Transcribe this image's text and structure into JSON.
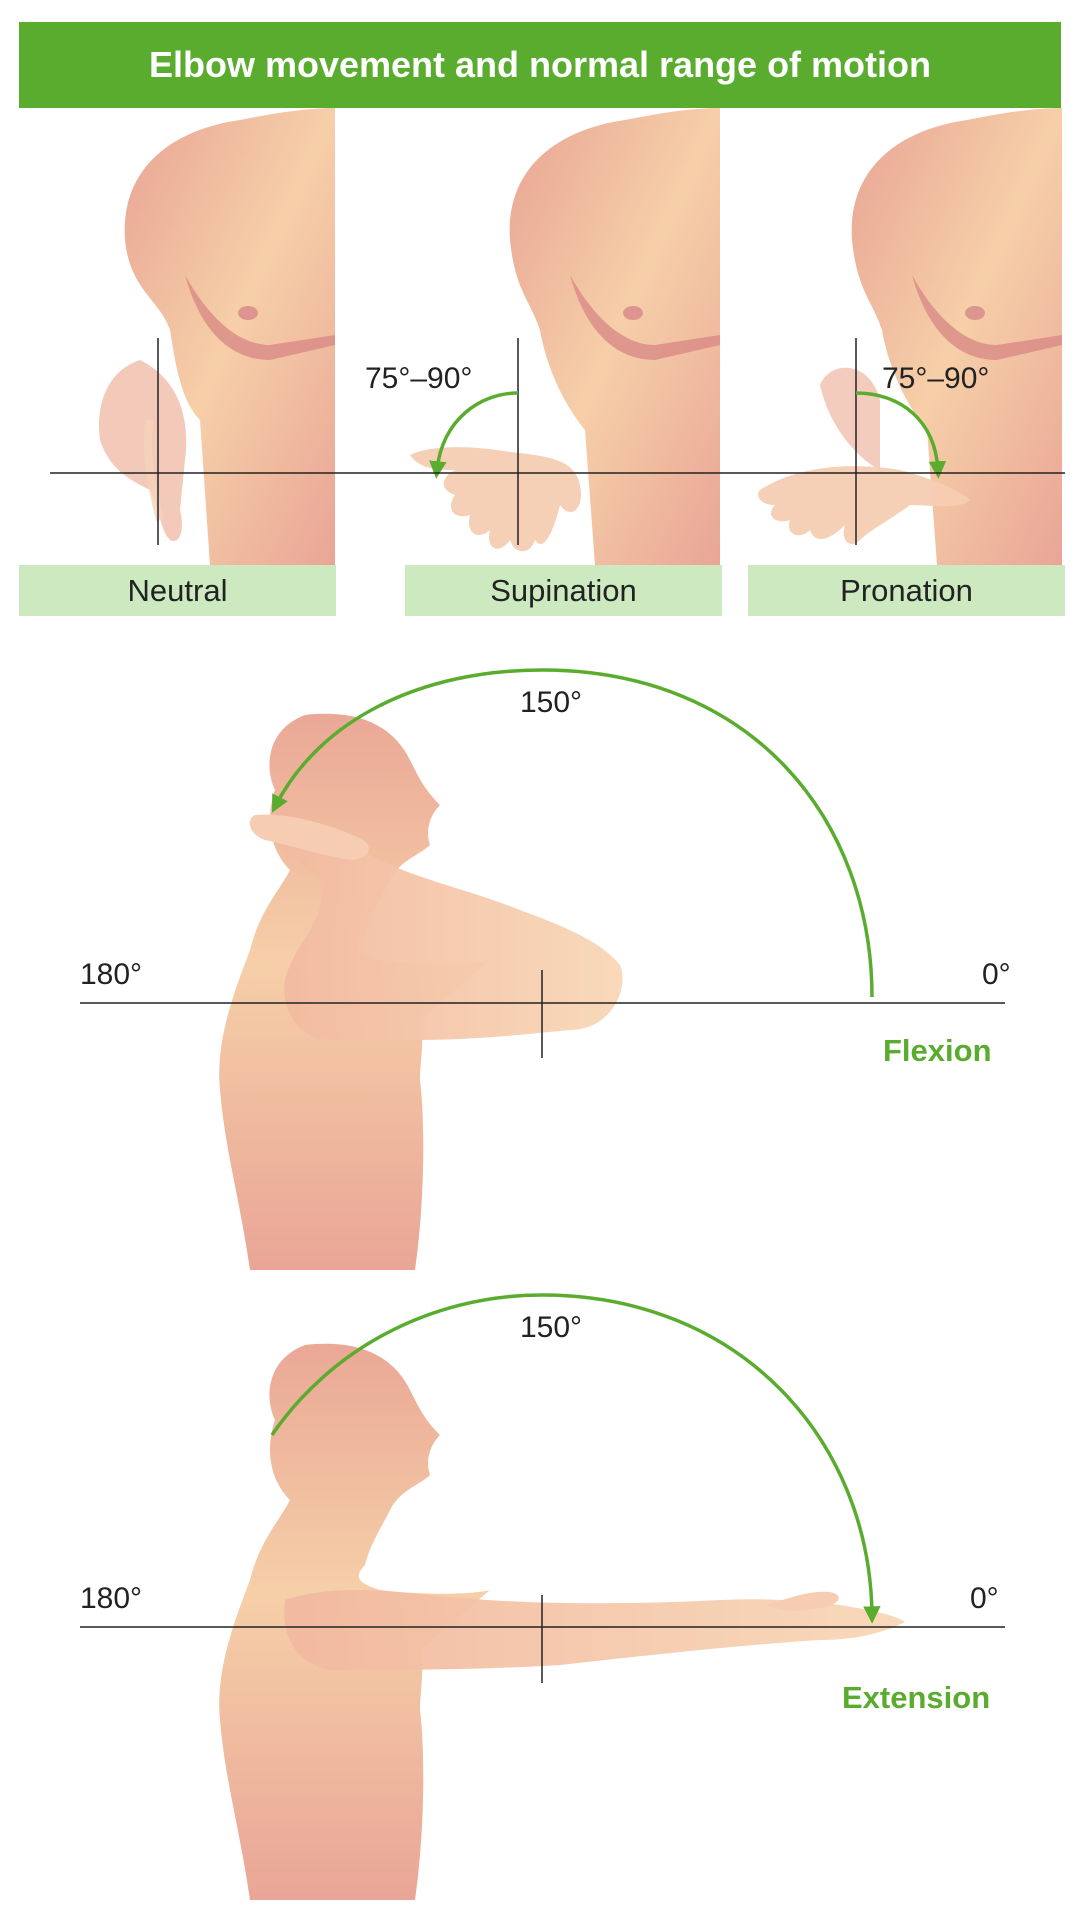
{
  "title": "Elbow movement and normal range of motion",
  "forearm": {
    "neutral_label": "Neutral",
    "supination_label": "Supination",
    "pronation_label": "Pronation",
    "supination_range": "75°–90°",
    "pronation_range": "75°–90°"
  },
  "flexion": {
    "label": "Flexion",
    "arc_value": "150°",
    "left_angle": "180°",
    "right_angle": "0°"
  },
  "extension": {
    "label": "Extension",
    "arc_value": "150°",
    "left_angle": "180°",
    "right_angle": "0°"
  },
  "colors": {
    "accent_green": "#5aac2f",
    "label_bg": "#cde9c0",
    "skin_light": "#f6cfa8",
    "skin_dark": "#e9a596"
  }
}
